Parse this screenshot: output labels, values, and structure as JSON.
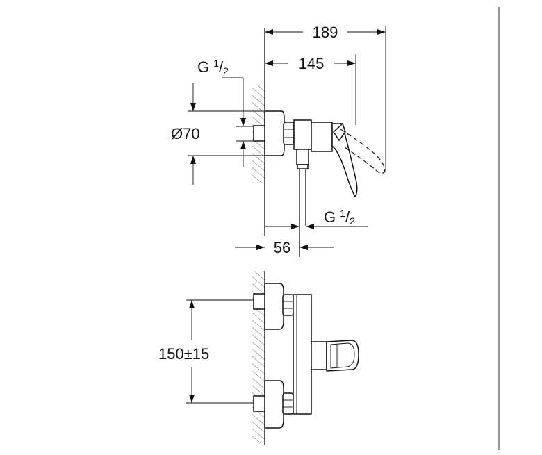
{
  "dimensions": {
    "overall_depth": "189",
    "handle_depth": "145",
    "inlet_thread_prefix": "G ",
    "inlet_thread_num": "1",
    "inlet_thread_den": "2",
    "outlet_thread_prefix": "G ",
    "outlet_thread_num": "1",
    "outlet_thread_den": "2",
    "escutcheon_diameter": "Ø70",
    "wall_to_outlet": "56",
    "inlet_spacing": "150±15"
  }
}
